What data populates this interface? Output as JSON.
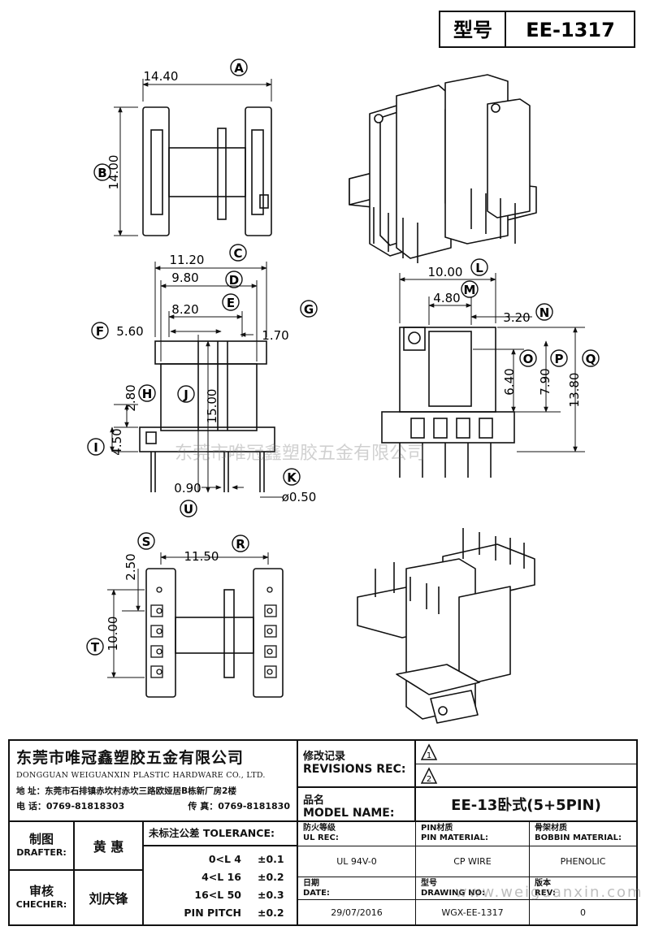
{
  "header": {
    "model_label": "型号",
    "model_value": "EE-1317"
  },
  "dims": {
    "A": {
      "letter": "A",
      "value": "14.40"
    },
    "B": {
      "letter": "B",
      "value": "14.00"
    },
    "C": {
      "letter": "C",
      "value": "11.20"
    },
    "D": {
      "letter": "D",
      "value": "9.80"
    },
    "E": {
      "letter": "E",
      "value": "8.20"
    },
    "F": {
      "letter": "F",
      "value": "5.60"
    },
    "F2": {
      "value": "1.70"
    },
    "G": {
      "letter": "G"
    },
    "H": {
      "letter": "H",
      "value": "2.80"
    },
    "I": {
      "letter": "I",
      "value": "4.50"
    },
    "J": {
      "letter": "J",
      "value": "15.00"
    },
    "K": {
      "letter": "K",
      "value": "ø0.50"
    },
    "U": {
      "letter": "U",
      "value": "0.90"
    },
    "L": {
      "letter": "L",
      "value": "10.00"
    },
    "M": {
      "letter": "M",
      "value": "4.80"
    },
    "N": {
      "letter": "N",
      "value": "3.20"
    },
    "O": {
      "letter": "O",
      "value": "6.40"
    },
    "P": {
      "letter": "P",
      "value": "7.90"
    },
    "Q": {
      "letter": "Q",
      "value": "13.80"
    },
    "R": {
      "letter": "R",
      "value": "11.50"
    },
    "S": {
      "letter": "S",
      "value": "2.50"
    },
    "T": {
      "letter": "T",
      "value": "10.00"
    }
  },
  "watermark_center": "东莞市唯冠鑫塑胶五金有限公司",
  "watermark_corner": "www.weiguanxin.com",
  "company": {
    "name_cn": "东莞市唯冠鑫塑胶五金有限公司",
    "name_en": "DONGGUAN WEIGUANXIN PLASTIC HARDWARE CO., LTD.",
    "address": "地 址：东莞市石排镇赤坎村赤坎三路欧娅居B栋新厂房2楼",
    "phone": "电 话：0769-81818303",
    "fax": "传 真：0769-8181830"
  },
  "revisions": {
    "label_cn": "修改记录",
    "label_en": "REVISIONS REC:",
    "rows": [
      "1",
      "2"
    ]
  },
  "model_name": {
    "label_cn": "品名",
    "label_en": "MODEL NAME:",
    "value": "EE-13卧式(5+5PIN)"
  },
  "drafter": {
    "label_cn": "制图",
    "label_en": "DRAFTER:",
    "name": "黄 惠"
  },
  "checker": {
    "label_cn": "审核",
    "label_en": "CHECHER:",
    "name": "刘庆锋"
  },
  "tolerance": {
    "label": "未标注公差 TOLERANCE:",
    "rows": [
      {
        "range": "0<L 4",
        "value": "±0.1"
      },
      {
        "range": "4<L 16",
        "value": "±0.2"
      },
      {
        "range": "16<L 50",
        "value": "±0.3"
      },
      {
        "range": "PIN PITCH",
        "value": "±0.2"
      }
    ]
  },
  "specs": {
    "ul": {
      "label_cn": "防火等级",
      "label_en": "UL REC:",
      "value": "UL 94V-0"
    },
    "pin": {
      "label_cn": "PIN材质",
      "label_en": "PIN MATERIAL:",
      "value": "CP WIRE"
    },
    "bobbin": {
      "label_cn": "骨架材质",
      "label_en": "BOBBIN MATERIAL:",
      "value": "PHENOLIC"
    },
    "date": {
      "label_cn": "日期",
      "label_en": "DATE:",
      "value": "29/07/2016"
    },
    "drawing": {
      "label_cn": "型号",
      "label_en": "DRAWING NO:",
      "value": "WGX-EE-1317"
    },
    "rev": {
      "label_cn": "版本",
      "label_en": "REV:",
      "value": "0"
    }
  }
}
